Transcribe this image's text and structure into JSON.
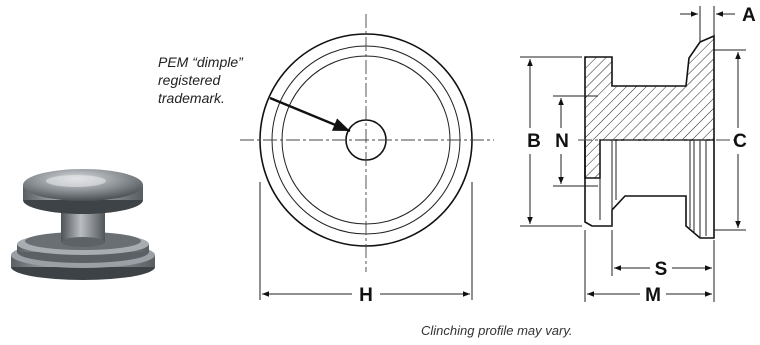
{
  "callout": {
    "line1": "PEM “dimple”",
    "line2": "registered",
    "line3": "trademark."
  },
  "dimensions": {
    "A": "A",
    "B": "B",
    "N": "N",
    "C": "C",
    "H": "H",
    "S": "S",
    "M": "M"
  },
  "caption": "Clinching profile may vary."
}
